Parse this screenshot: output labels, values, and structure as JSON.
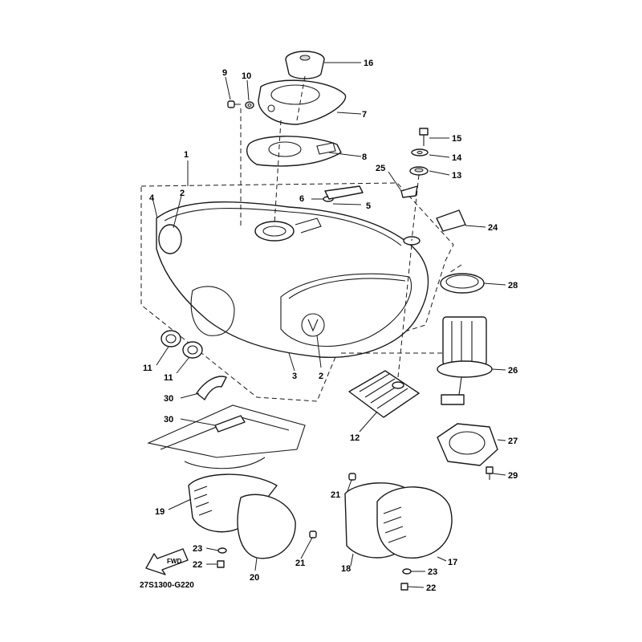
{
  "diagram": {
    "code": "27S1300-G220",
    "fwd_label": "FWD",
    "callouts": [
      {
        "id": "c1",
        "text": "1"
      },
      {
        "id": "c2a",
        "text": "2"
      },
      {
        "id": "c2b",
        "text": "2"
      },
      {
        "id": "c3",
        "text": "3"
      },
      {
        "id": "c4",
        "text": "4"
      },
      {
        "id": "c5",
        "text": "5"
      },
      {
        "id": "c6",
        "text": "6"
      },
      {
        "id": "c7",
        "text": "7"
      },
      {
        "id": "c8",
        "text": "8"
      },
      {
        "id": "c9",
        "text": "9"
      },
      {
        "id": "c10",
        "text": "10"
      },
      {
        "id": "c11a",
        "text": "11"
      },
      {
        "id": "c11b",
        "text": "11"
      },
      {
        "id": "c12",
        "text": "12"
      },
      {
        "id": "c13",
        "text": "13"
      },
      {
        "id": "c14",
        "text": "14"
      },
      {
        "id": "c15",
        "text": "15"
      },
      {
        "id": "c16",
        "text": "16"
      },
      {
        "id": "c17",
        "text": "17"
      },
      {
        "id": "c18",
        "text": "18"
      },
      {
        "id": "c19",
        "text": "19"
      },
      {
        "id": "c20",
        "text": "20"
      },
      {
        "id": "c21a",
        "text": "21"
      },
      {
        "id": "c21b",
        "text": "21"
      },
      {
        "id": "c22a",
        "text": "22"
      },
      {
        "id": "c22b",
        "text": "22"
      },
      {
        "id": "c23a",
        "text": "23"
      },
      {
        "id": "c23b",
        "text": "23"
      },
      {
        "id": "c24",
        "text": "24"
      },
      {
        "id": "c25",
        "text": "25"
      },
      {
        "id": "c26",
        "text": "26"
      },
      {
        "id": "c27",
        "text": "27"
      },
      {
        "id": "c28",
        "text": "28"
      },
      {
        "id": "c29",
        "text": "29"
      },
      {
        "id": "c30a",
        "text": "30"
      },
      {
        "id": "c30b",
        "text": "30"
      }
    ]
  }
}
